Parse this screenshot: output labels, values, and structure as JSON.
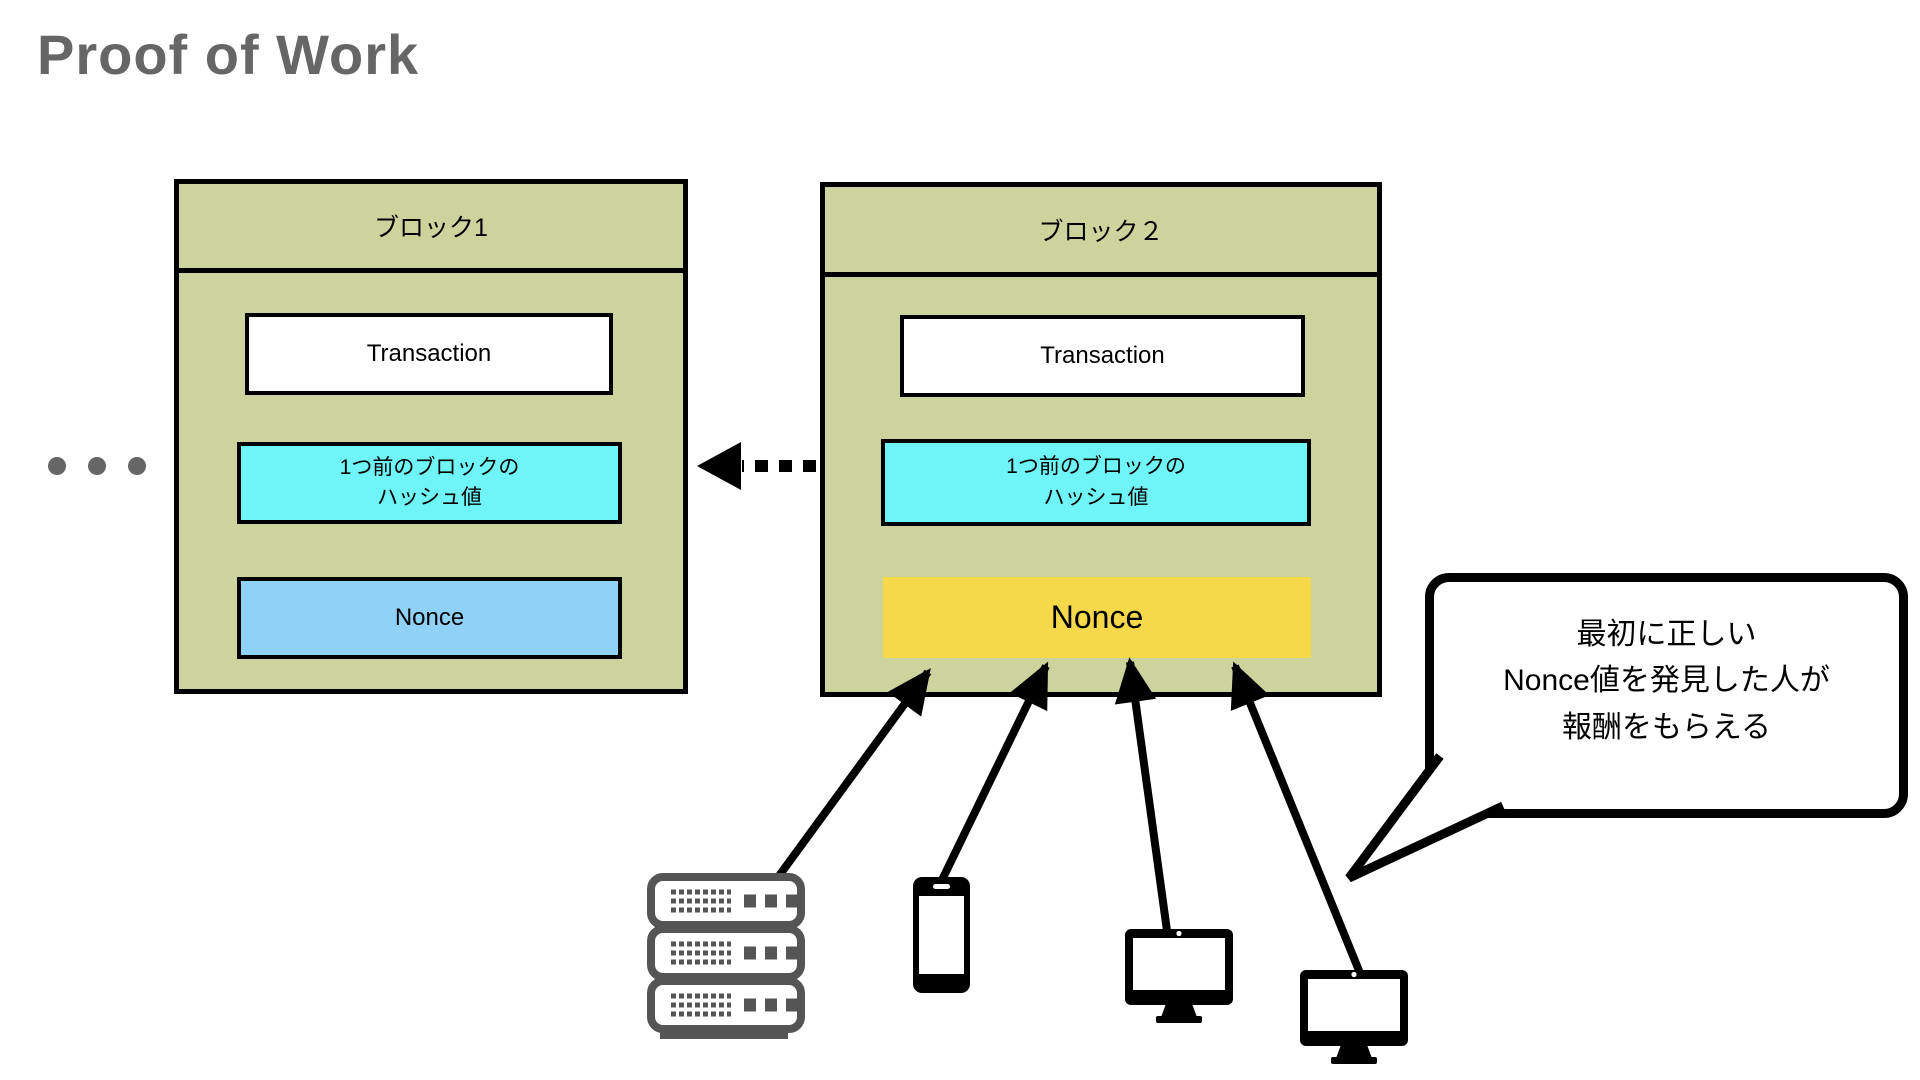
{
  "title": "Proof of Work",
  "colors": {
    "title-gray": "#666666",
    "block-fill": "#ccd39d",
    "hash-cyan": "#6ff5f8",
    "nonce-blue": "#90d1f8",
    "nonce-yellow": "#f6d84b",
    "line-black": "#000000",
    "device-gray": "#555555"
  },
  "blocks": [
    {
      "label": "ブロック1",
      "transaction": "Transaction",
      "hash_line1": "1つ前のブロックの",
      "hash_line2": "ハッシュ値",
      "nonce": "Nonce"
    },
    {
      "label": "ブロック２",
      "transaction": "Transaction",
      "hash_line1": "1つ前のブロックの",
      "hash_line2": "ハッシュ値",
      "nonce": "Nonce"
    }
  ],
  "speech_bubble": {
    "line1": "最初に正しい",
    "line2": "Nonce値を発見した人が",
    "line3": "報酬をもらえる"
  },
  "icons": [
    "server-rack-icon",
    "smartphone-icon",
    "desktop-monitor-icon",
    "desktop-monitor-icon"
  ]
}
